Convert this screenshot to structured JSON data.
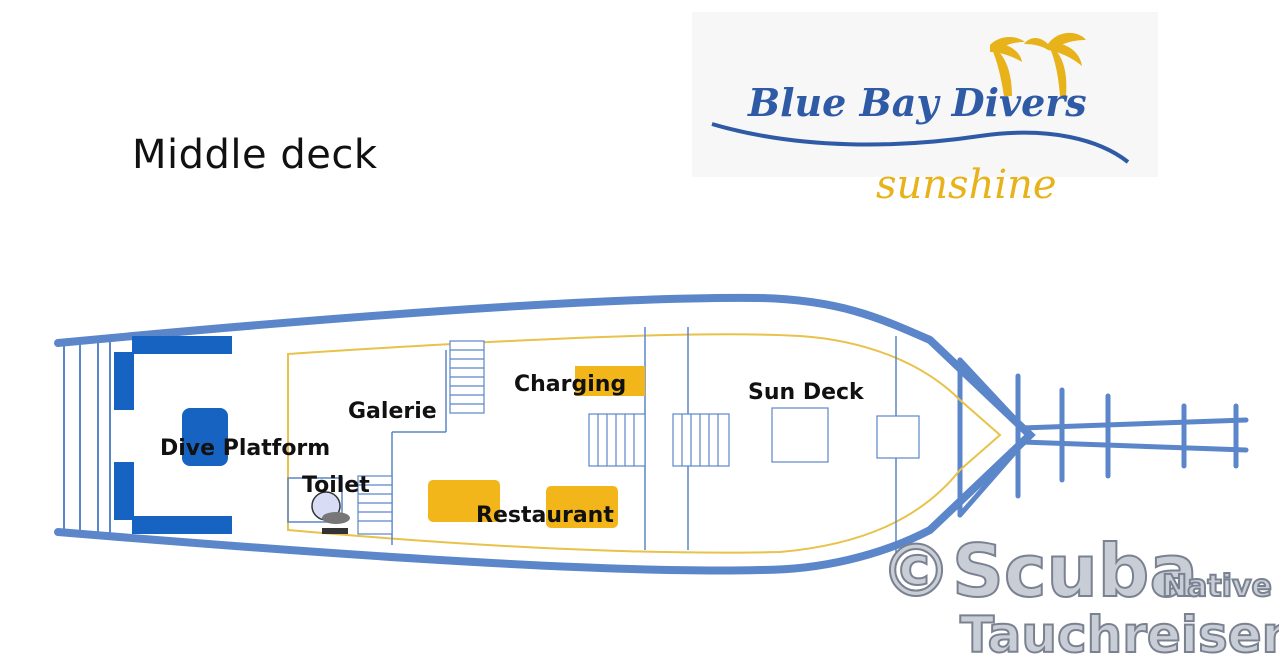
{
  "heading": "Middle deck",
  "logo": {
    "brand": "Blue Bay Divers",
    "subtitle": "sunshine",
    "colors": {
      "brand": "#2e5aa6",
      "accent": "#e8b21a"
    }
  },
  "deck_labels": {
    "dive_platform": "Dive Platform",
    "toilet": "Toilet",
    "galerie": "Galerie",
    "charging": "Charging",
    "restaurant": "Restaurant",
    "sun_deck": "Sun Deck"
  },
  "watermark": {
    "symbol": "©",
    "brand": "Scuba",
    "small": "Native",
    "line2": "Tauchreisen"
  },
  "colors": {
    "hull": "#5b86c9",
    "inner_outline": "#e8c24a",
    "equipment": "#f3b61a",
    "platform": "#1763c2"
  }
}
